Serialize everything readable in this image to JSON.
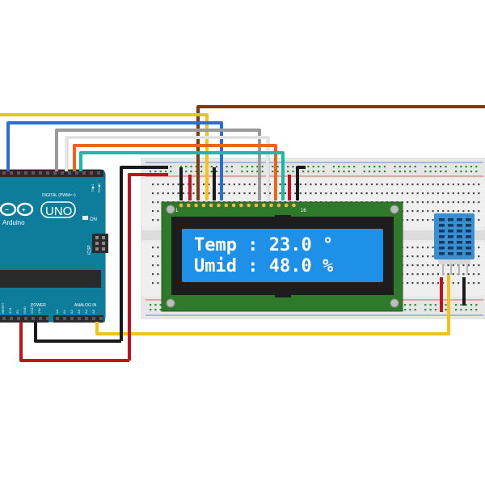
{
  "arduino": {
    "brand": "Arduino",
    "brand_tm": "™",
    "model": "UNO",
    "digital_label": "DIGITAL (PWM=~)",
    "on_label": "ON",
    "icsp_label": "ICSP",
    "power_label": "POWER",
    "analog_label": "ANALOG IN",
    "reset_label": "RESET",
    "power_pins": [
      "3V3",
      "5V",
      "GND",
      "GND",
      "VIN"
    ],
    "analog_pins": [
      "A0",
      "A1",
      "A2",
      "A3",
      "A4",
      "A5"
    ],
    "tx_label": "TX▶1",
    "rx_label": "RX◀0",
    "colors": {
      "board": "#0e7d9c",
      "board_dark": "#0a5f77",
      "header": "#2b2b2b"
    }
  },
  "lcd": {
    "line1": "Temp : 23.0 °",
    "line2": "Umid : 48.0 %",
    "pin_first": "1",
    "pin_last": "16",
    "colors": {
      "pcb": "#2f7a2a",
      "bezel": "#1d1d1d",
      "screen": "#1e90e8"
    }
  },
  "sensor": {
    "name": "DHT sensor",
    "colors": {
      "body": "#3a8fd0",
      "vents": "#123a62"
    }
  },
  "wires": {
    "colors": {
      "brown": "#7a3b10",
      "yellow": "#f2c21b",
      "blue": "#2a6fd4",
      "gray": "#9a9a9a",
      "white": "#e8e8e8",
      "orange": "#e8661c",
      "teal": "#1ab8a6",
      "black": "#1a1a1a",
      "red": "#c0141c"
    }
  }
}
